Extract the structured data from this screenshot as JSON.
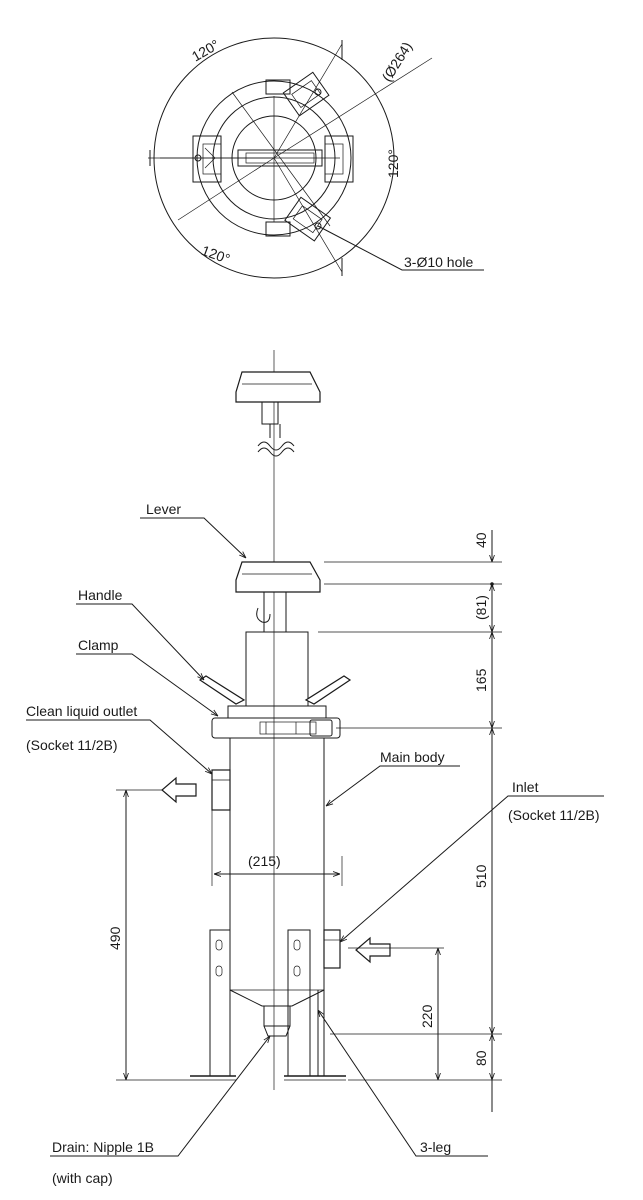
{
  "top_view": {
    "angle_top_left": "120°",
    "angle_right": "120°",
    "angle_bottom": "120°",
    "diameter": "(Ø264)",
    "hole_note": "3-Ø10 hole"
  },
  "labels": {
    "lever": "Lever",
    "handle": "Handle",
    "clamp": "Clamp",
    "clean_outlet": "Clean liquid outlet",
    "clean_outlet_socket": "(Socket 11/2B)",
    "main_body": "Main body",
    "inlet": "Inlet",
    "inlet_socket": "(Socket 11/2B)",
    "drain": "Drain: Nipple 1B",
    "drain_cap": "(with cap)",
    "leg": "3-leg"
  },
  "dimensions": {
    "d40": "40",
    "d81": "(81)",
    "d165": "165",
    "d510": "510",
    "d80": "80",
    "d220": "220",
    "d490": "490",
    "d215": "(215)"
  }
}
